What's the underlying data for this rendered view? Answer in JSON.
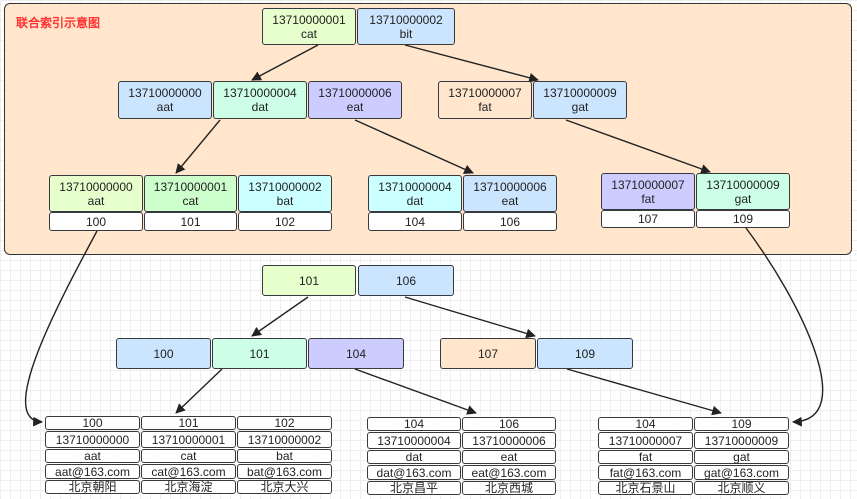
{
  "title": "联合索引示意图",
  "root": [
    {
      "phone": "13710000001",
      "name": "cat"
    },
    {
      "phone": "13710000002",
      "name": "bit"
    }
  ],
  "mid": [
    {
      "phone": "13710000000",
      "name": "aat"
    },
    {
      "phone": "13710000004",
      "name": "dat"
    },
    {
      "phone": "13710000006",
      "name": "eat"
    },
    {
      "phone": "13710000007",
      "name": "fat"
    },
    {
      "phone": "13710000009",
      "name": "gat"
    }
  ],
  "leaf": [
    {
      "phone": "13710000000",
      "name": "aat",
      "id": "100"
    },
    {
      "phone": "13710000001",
      "name": "cat",
      "id": "101"
    },
    {
      "phone": "13710000002",
      "name": "bat",
      "id": "102"
    },
    {
      "phone": "13710000004",
      "name": "dat",
      "id": "104"
    },
    {
      "phone": "13710000006",
      "name": "eat",
      "id": "106"
    },
    {
      "phone": "13710000007",
      "name": "fat",
      "id": "107"
    },
    {
      "phone": "13710000009",
      "name": "gat",
      "id": "109"
    }
  ],
  "pk_root": [
    "101",
    "106"
  ],
  "pk_mid": [
    "100",
    "101",
    "104",
    "107",
    "109"
  ],
  "rows": [
    {
      "id": "100",
      "phone": "13710000000",
      "name": "aat",
      "email": "aat@163.com",
      "city": "北京朝阳"
    },
    {
      "id": "101",
      "phone": "13710000001",
      "name": "cat",
      "email": "cat@163.com",
      "city": "北京海淀"
    },
    {
      "id": "102",
      "phone": "13710000002",
      "name": "bat",
      "email": "bat@163.com",
      "city": "北京大兴"
    },
    {
      "id": "104",
      "phone": "13710000004",
      "name": "dat",
      "email": "dat@163.com",
      "city": "北京昌平"
    },
    {
      "id": "106",
      "phone": "13710000006",
      "name": "eat",
      "email": "eat@163.com",
      "city": "北京西城"
    },
    {
      "id": "104",
      "phone": "13710000007",
      "name": "fat",
      "email": "fat@163.com",
      "city": "北京石景山"
    },
    {
      "id": "109",
      "phone": "13710000009",
      "name": "gat",
      "email": "gat@163.com",
      "city": "北京顺义"
    }
  ]
}
